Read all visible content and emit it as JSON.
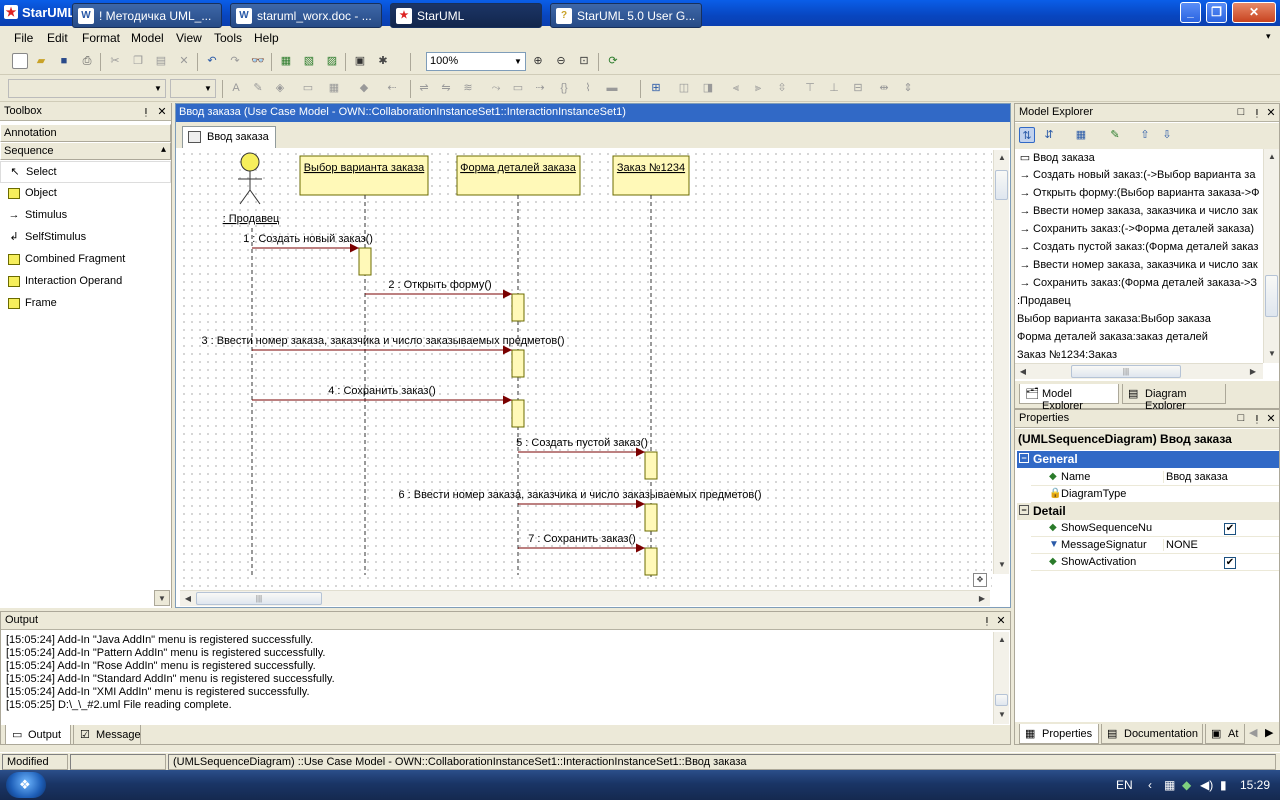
{
  "window": {
    "title": "StarUML - _#2.uml"
  },
  "menu": [
    "File",
    "Edit",
    "Format",
    "Model",
    "View",
    "Tools",
    "Help"
  ],
  "toolbar": {
    "zoom": "100%"
  },
  "toolbox": {
    "title": "Toolbox",
    "categories": [
      "Annotation",
      "Sequence"
    ],
    "items": [
      "Select",
      "Object",
      "Stimulus",
      "SelfStimulus",
      "Combined Fragment",
      "Interaction Operand",
      "Frame"
    ]
  },
  "diagram": {
    "header": "Ввод заказа (Use Case Model - OWN::CollaborationInstanceSet1::InteractionInstanceSet1)",
    "tab": "Ввод заказа",
    "actor": ": Продавец",
    "lifelines": [
      "Выбор варианта заказа",
      "Форма деталей заказа",
      "Заказ №1234"
    ],
    "messages": [
      "1 : Создать новый заказ()",
      "2 : Открыть форму()",
      "3 : Ввести номер заказа, заказчика и число заказываемых предметов()",
      "4 : Сохранить заказ()",
      "5 : Создать пустой заказ()",
      "6 : Ввести номер заказа, заказчика и число заказываемых предметов()",
      "7 : Сохранить заказ()"
    ]
  },
  "model_explorer": {
    "title": "Model Explorer",
    "rows": [
      {
        "text": "Ввод заказа",
        "arrow": false
      },
      {
        "text": "Создать новый заказ:(->Выбор варианта за",
        "arrow": true
      },
      {
        "text": "Открыть форму:(Выбор варианта заказа->Ф",
        "arrow": true
      },
      {
        "text": "Ввести номер заказа, заказчика и число зак",
        "arrow": true
      },
      {
        "text": "Сохранить заказ:(->Форма деталей заказа)",
        "arrow": true
      },
      {
        "text": "Создать пустой заказ:(Форма деталей заказ",
        "arrow": true
      },
      {
        "text": "Ввести номер заказа, заказчика и число зак",
        "arrow": true
      },
      {
        "text": "Сохранить заказ:(Форма деталей заказа->З",
        "arrow": true
      },
      {
        "text": ":Продавец",
        "arrow": false
      },
      {
        "text": "Выбор варианта заказа:Выбор заказа",
        "arrow": false
      },
      {
        "text": "Форма деталей заказа:заказ деталей",
        "arrow": false
      },
      {
        "text": "Заказ №1234:Заказ",
        "arrow": false
      }
    ],
    "tabs": [
      "Model Explorer",
      "Diagram Explorer"
    ]
  },
  "properties": {
    "title": "Properties",
    "header": "(UMLSequenceDiagram) Ввод заказа",
    "general_label": "General",
    "detail_label": "Detail",
    "general": [
      {
        "name": "Name",
        "value": "Ввод заказа"
      },
      {
        "name": "DiagramType",
        "value": ""
      }
    ],
    "detail": [
      {
        "name": "ShowSequenceNu",
        "value": "✔"
      },
      {
        "name": "MessageSignatur",
        "value": "NONE"
      },
      {
        "name": "ShowActivation",
        "value": "✔"
      }
    ],
    "tabs": [
      "Properties",
      "Documentation",
      "At"
    ]
  },
  "output": {
    "title": "Output",
    "lines": [
      "[15:05:24]  Add-In \"Java AddIn\" menu is registered successfully.",
      "[15:05:24]  Add-In \"Pattern AddIn\" menu is registered successfully.",
      "[15:05:24]  Add-In \"Rose AddIn\" menu is registered successfully.",
      "[15:05:24]  Add-In \"Standard AddIn\" menu is registered successfully.",
      "[15:05:24]  Add-In \"XMI AddIn\" menu is registered successfully.",
      "[15:05:25]  D:\\_\\_#2.uml File reading complete."
    ],
    "tabs": [
      "Output",
      "Message"
    ]
  },
  "status": {
    "state": "Modified",
    "path": "(UMLSequenceDiagram) ::Use Case Model - OWN::CollaborationInstanceSet1::InteractionInstanceSet1::Ввод заказа"
  },
  "taskbar": {
    "tasks": [
      "! Методичка UML_...",
      "staruml_worx.doc - ...",
      "StarUML",
      "StarUML 5.0 User G..."
    ],
    "lang": "EN",
    "clock": "15:29"
  }
}
